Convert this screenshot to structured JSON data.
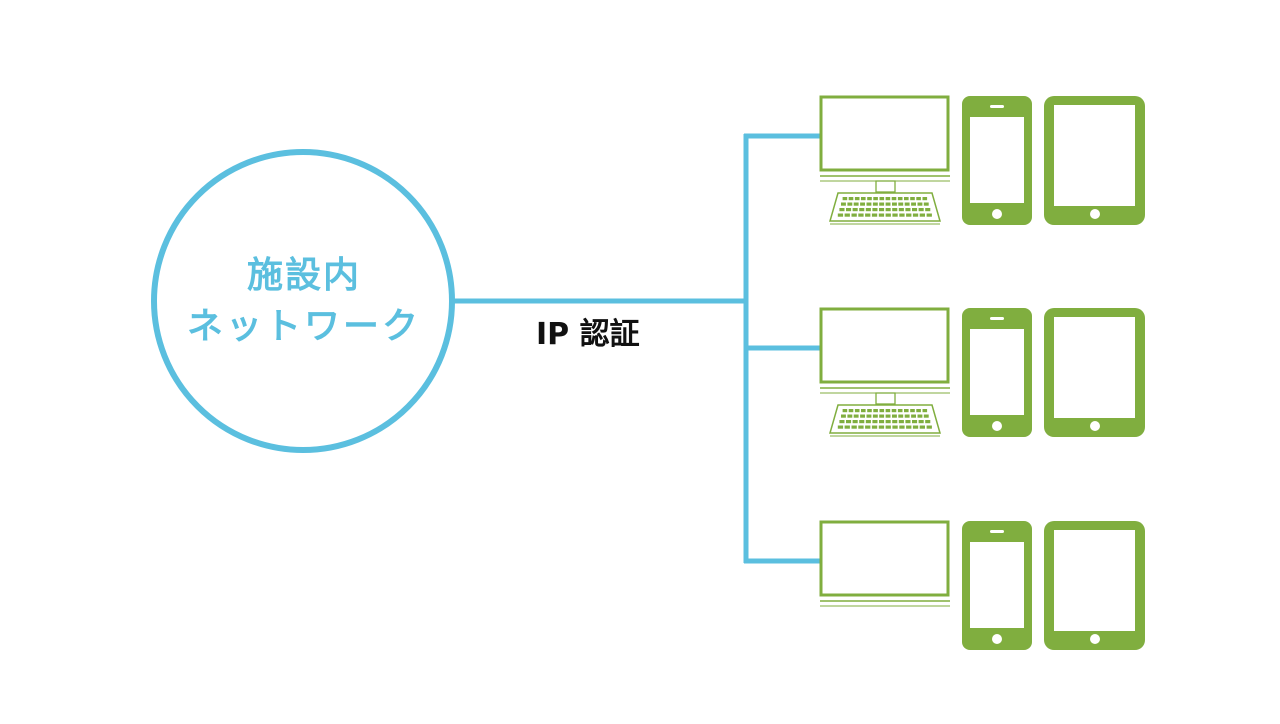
{
  "network": {
    "line1": "施設内",
    "line2": "ネットワーク"
  },
  "auth_label": "IP 認証",
  "device_groups": [
    {
      "devices": [
        "desktop-with-keyboard",
        "smartphone",
        "tablet"
      ]
    },
    {
      "devices": [
        "desktop-with-keyboard",
        "smartphone",
        "tablet"
      ]
    },
    {
      "devices": [
        "desktop-monitor",
        "smartphone",
        "tablet"
      ]
    }
  ],
  "colors": {
    "network": "#5bbfdf",
    "device": "#80ae3f",
    "text": "#111111",
    "background": "#ffffff"
  }
}
